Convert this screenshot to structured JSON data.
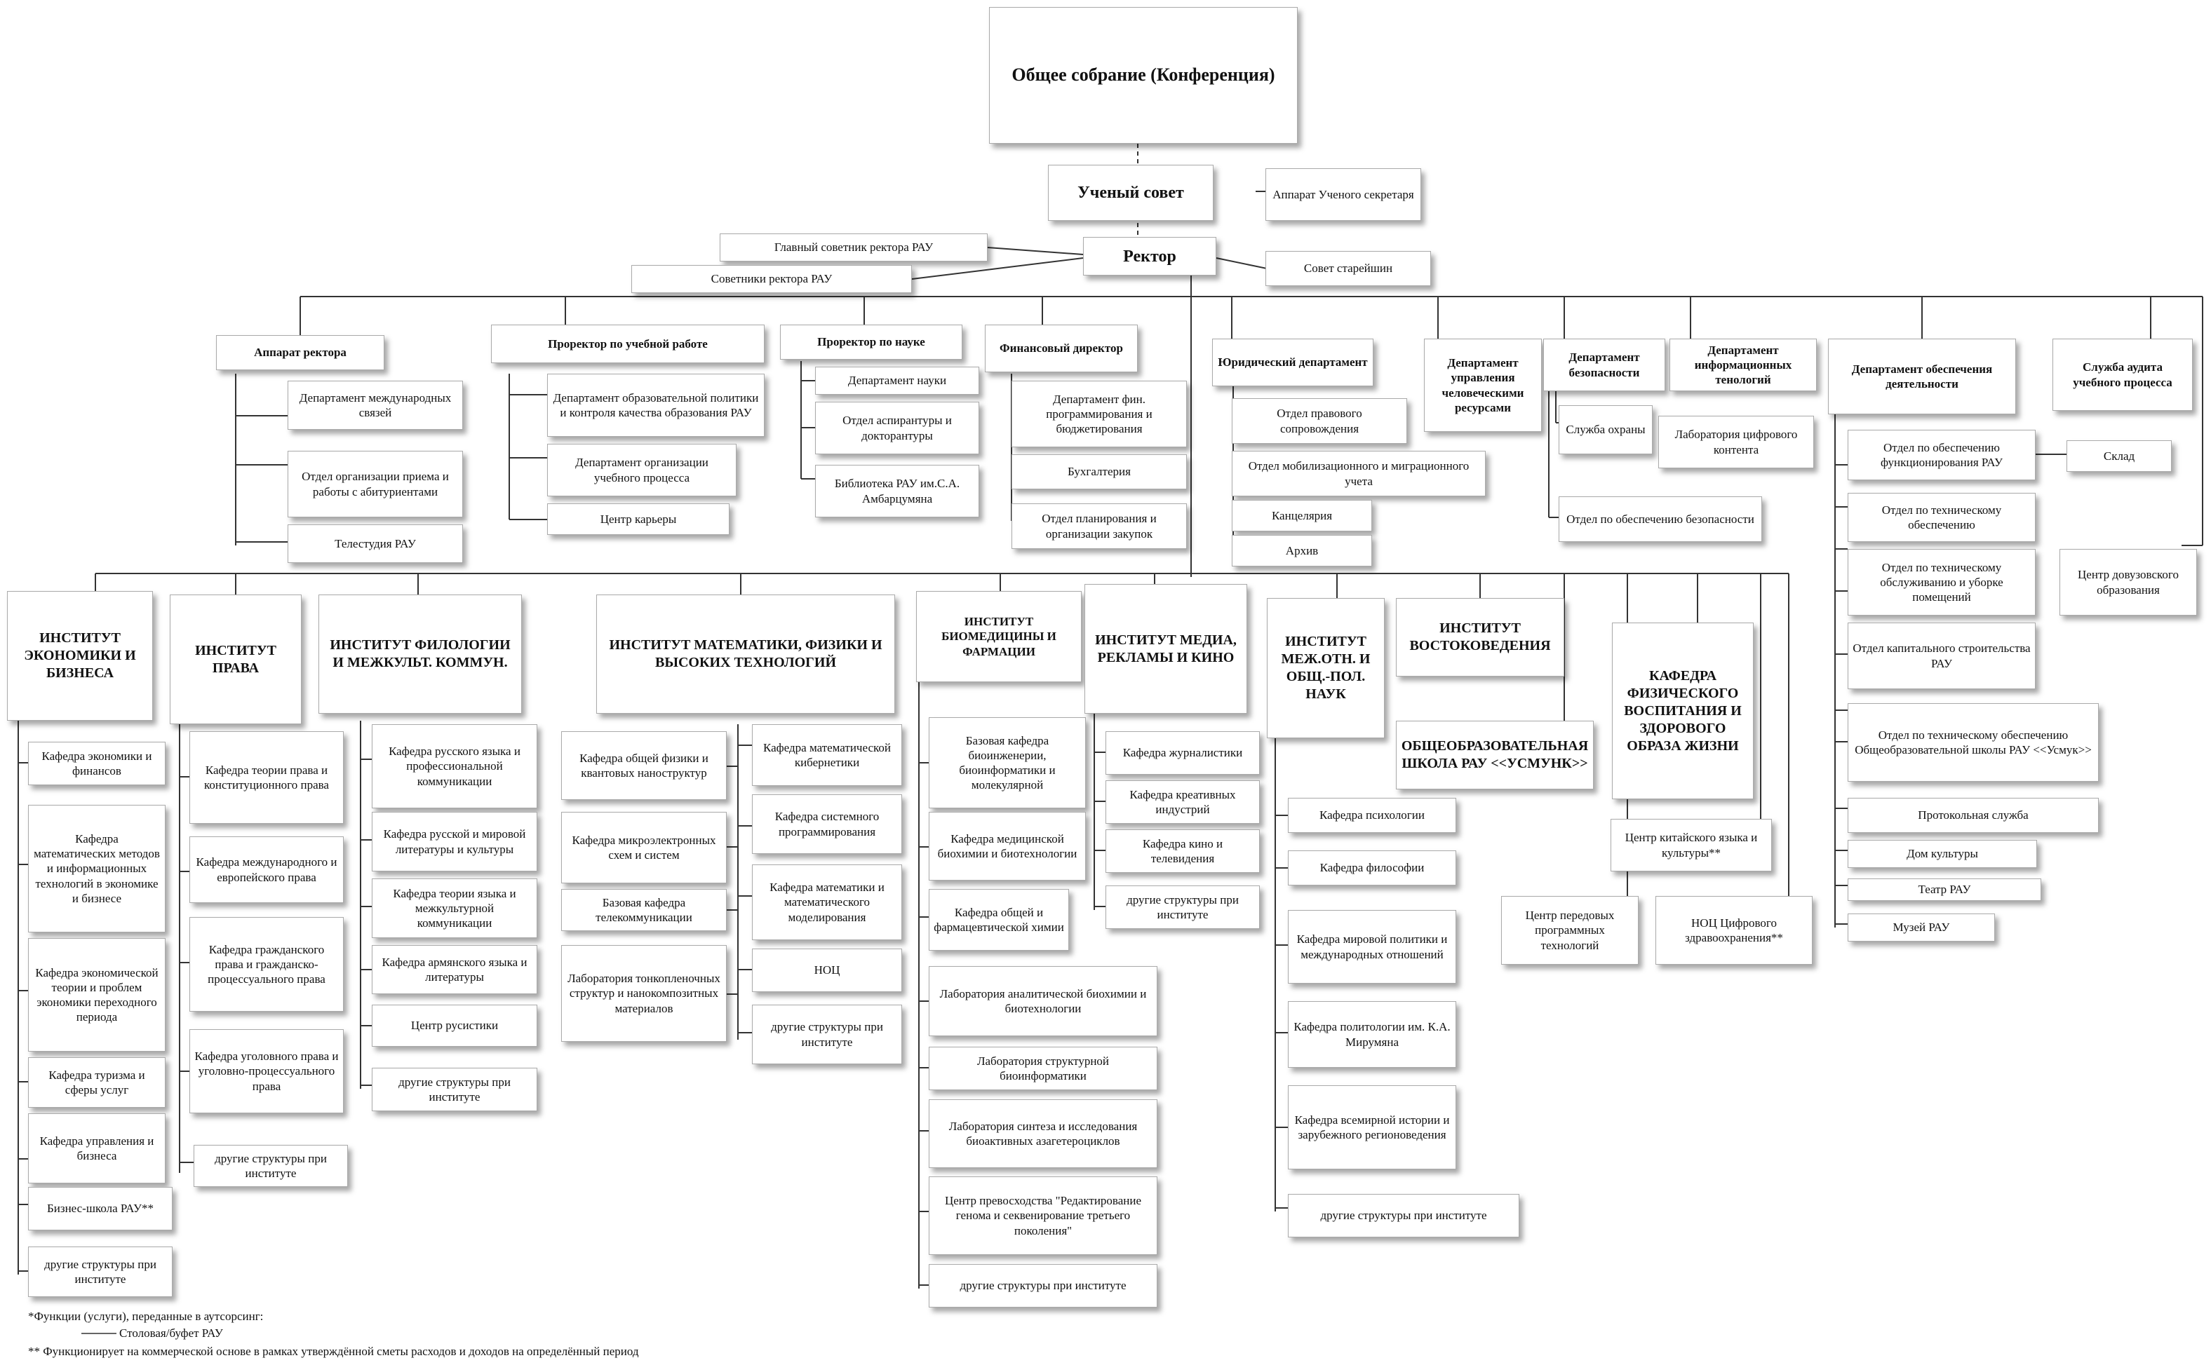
{
  "nodes": {
    "general_assembly": "Общее собрание (Конференция)",
    "academic_council": "Ученый совет",
    "council_staff": "Аппарат Ученого секретаря",
    "rector": "Ректор",
    "chief_advisor": "Главный советник ректора РАУ",
    "advisors": "Советники ректора РАУ",
    "elders_council": "Совет старейшин",
    "rector_office": "Аппарат ректора",
    "dept_intl": "Департамент международных связей",
    "dept_admission": "Отдел организации приема и работы с абитуриентами",
    "telestudio": "Телестудия РАУ",
    "vr_education": "Проректор по учебной работе",
    "dept_edu_policy": "Департамент образовательной политики и контроля качества образования РАУ",
    "dept_edu_process": "Департамент организации учебного процесса",
    "career_center": "Центр карьеры",
    "vr_science": "Проректор по науке",
    "dept_science": "Департамент науки",
    "dept_postgrad": "Отдел аспирантуры и докторантуры",
    "library": "Библиотека РАУ им.С.А. Амбарцумяна",
    "fin_director": "Финансовый директор",
    "dept_fin_prog": "Департамент фин. программирования и бюджетирования",
    "accounting": "Бухгалтерия",
    "dept_procurement": "Отдел планирования и организации закупок",
    "legal_dept": "Юридический департамент",
    "legal_support": "Отдел правового сопровождения",
    "mobilization": "Отдел мобилизационного и миграционного учета",
    "chancellery": "Канцелярия",
    "archive": "Архив",
    "hr_dept": "Департамент управления человеческими ресурсами",
    "security_dept": "Департамент безопасности",
    "guard_service": "Служба охраны",
    "security_office": "Отдел по обеспечению безопасности",
    "it_dept": "Департамент информационных тенологий",
    "digital_lab": "Лаборатория цифрового контента",
    "ops_dept": "Департамент обеспечения деятельности",
    "ops_functioning": "Отдел по обеспечению функционирования РАУ",
    "warehouse": "Склад",
    "ops_technical": "Отдел по техническому обеспечению",
    "ops_maintenance": "Отдел по техническому обслуживанию и уборке помещений",
    "ops_construction": "Отдел капитального строительства РАУ",
    "ops_school_tech": "Отдел по техническому обеспечению Общеобразовательной школы РАУ <<Усмук>>",
    "protocol": "Протокольная служба",
    "culture_house": "Дом культуры",
    "theater": "Театр РАУ",
    "museum": "Музей РАУ",
    "audit_service": "Служба аудита учебного процесса",
    "preuniv_center": "Центр довузовского образования",
    "inst_econ": "ИНСТИТУТ ЭКОНОМИКИ И БИЗНЕСА",
    "econ_1": "Кафедра экономики и финансов",
    "econ_2": "Кафедра математических методов и информационных технологий в экономике и бизнесе",
    "econ_3": "Кафедра экономической теории и проблем экономики переходного периода",
    "econ_4": "Кафедра туризма и сферы услуг",
    "econ_5": "Кафедра управления и бизнеса",
    "econ_6": "Бизнес-школа РАУ**",
    "econ_7": "другие структуры при институте",
    "inst_law": "ИНСТИТУТ ПРАВА",
    "law_1": "Кафедра теории права и конституционного права",
    "law_2": "Кафедра международного и европейского права",
    "law_3": "Кафедра гражданского права и гражданско-процессуального права",
    "law_4": "Кафедра уголовного права и уголовно-процессуального права",
    "law_5": "другие структуры при институте",
    "inst_phil": "ИНСТИТУТ ФИЛОЛОГИИ И МЕЖКУЛЬТ. КОММУН.",
    "phil_1": "Кафедра русского языка и профессиональной коммуникации",
    "phil_2": "Кафедра русской и мировой литературы и культуры",
    "phil_3": "Кафедра теории языка и межкультурной коммуникации",
    "phil_4": "Кафедра армянского языка и литературы",
    "phil_5": "Центр русистики",
    "phil_6": "другие структуры при институте",
    "inst_math": "ИНСТИТУТ МАТЕМАТИКИ, ФИЗИКИ И ВЫСОКИХ ТЕХНОЛОГИЙ",
    "math_1": "Кафедра общей физики и квантовых наноструктур",
    "math_2": "Кафедра микроэлектронных схем и систем",
    "math_3": "Базовая кафедра телекоммуникации",
    "math_4": "Лаборатория тонкопленочных структур и нанокомпозитных материалов",
    "math_5": "Кафедра математической кибернетики",
    "math_6": "Кафедра системного программирования",
    "math_7": "Кафедра математики и математического моделирования",
    "math_8": "НОЦ",
    "math_9": "другие структуры при институте",
    "inst_bio": "ИНСТИТУТ БИОМЕДИЦИНЫ И ФАРМАЦИИ",
    "bio_1": "Базовая кафедра биоинженерии, биоинформатики и молекулярной",
    "bio_2": "Кафедра медицинской биохимии и биотехнологии",
    "bio_3": "Кафедра общей и фармацевтической химии",
    "bio_4": "Лаборатория аналитической биохимии и биотехнологии",
    "bio_5": "Лаборатория структурной биоинформатики",
    "bio_6": "Лаборатория синтеза и исследования биоактивных азагетероциклов",
    "bio_7": "Центр превосходства \"Редактирование генома и секвенирование третьего поколения\"",
    "bio_8": "другие структуры при институте",
    "inst_media": "ИНСТИТУТ МЕДИА, РЕКЛАМЫ И КИНО",
    "media_1": "Кафедра журналистики",
    "media_2": "Кафедра креативных индустрий",
    "media_3": "Кафедра кино и телевидения",
    "media_4": "другие структуры при институте",
    "inst_intl": "ИНСТИТУТ МЕЖ.ОТН. И ОБЩ.-ПОЛ. НАУК",
    "intl_1": "Кафедра психологии",
    "intl_2": "Кафедра философии",
    "intl_3": "Кафедра мировой политики и международных отношений",
    "intl_4": "Кафедра политологии им. К.А. Мирумяна",
    "intl_5": "Кафедра всемирной истории и зарубежного регионоведения",
    "intl_6": "другие структуры при институте",
    "inst_orient": "ИНСТИТУТ ВОСТОКОВЕДЕНИЯ",
    "school": "ОБЩЕОБРАЗОВАТЕЛЬНАЯ ШКОЛА РАУ <<УСМУНК>>",
    "dept_phys_ed": "КАФЕДРА ФИЗИЧЕСКОГО ВОСПИТАНИЯ И ЗДОРОВОГО ОБРАЗА ЖИЗНИ",
    "chinese_center": "Центр китайского языка и культуры**",
    "advanced_tech": "Центр передовых программных технологий",
    "digital_health": "НОЦ Цифрового здравоохранения**"
  },
  "footnotes": {
    "line1": "*Функции (услуги), переданные в аутсорсинг:",
    "line2": "Столовая/буфет РАУ",
    "line3": "** Функционирует на коммерческой основе в рамках утверждённой сметы расходов и доходов на определённый период"
  }
}
